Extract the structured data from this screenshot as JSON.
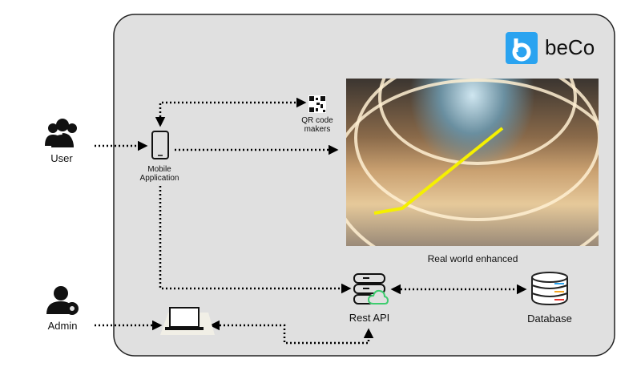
{
  "brand": {
    "name": "beCo",
    "color": "#2aa3f0"
  },
  "nodes": {
    "user": {
      "label": "User",
      "icon": "users-icon"
    },
    "admin": {
      "label": "Admin",
      "icon": "admin-gear-icon"
    },
    "mobile": {
      "label": "Mobile Application",
      "icon": "smartphone-icon"
    },
    "qr": {
      "label": "QR code makers",
      "icon": "qr-code-icon"
    },
    "photo": {
      "label": "Real world enhanced"
    },
    "api": {
      "label": "Rest API",
      "icon": "server-cloud-icon"
    },
    "db": {
      "label": "Database",
      "icon": "database-icon"
    },
    "laptop": {
      "icon": "laptop-icon"
    }
  }
}
